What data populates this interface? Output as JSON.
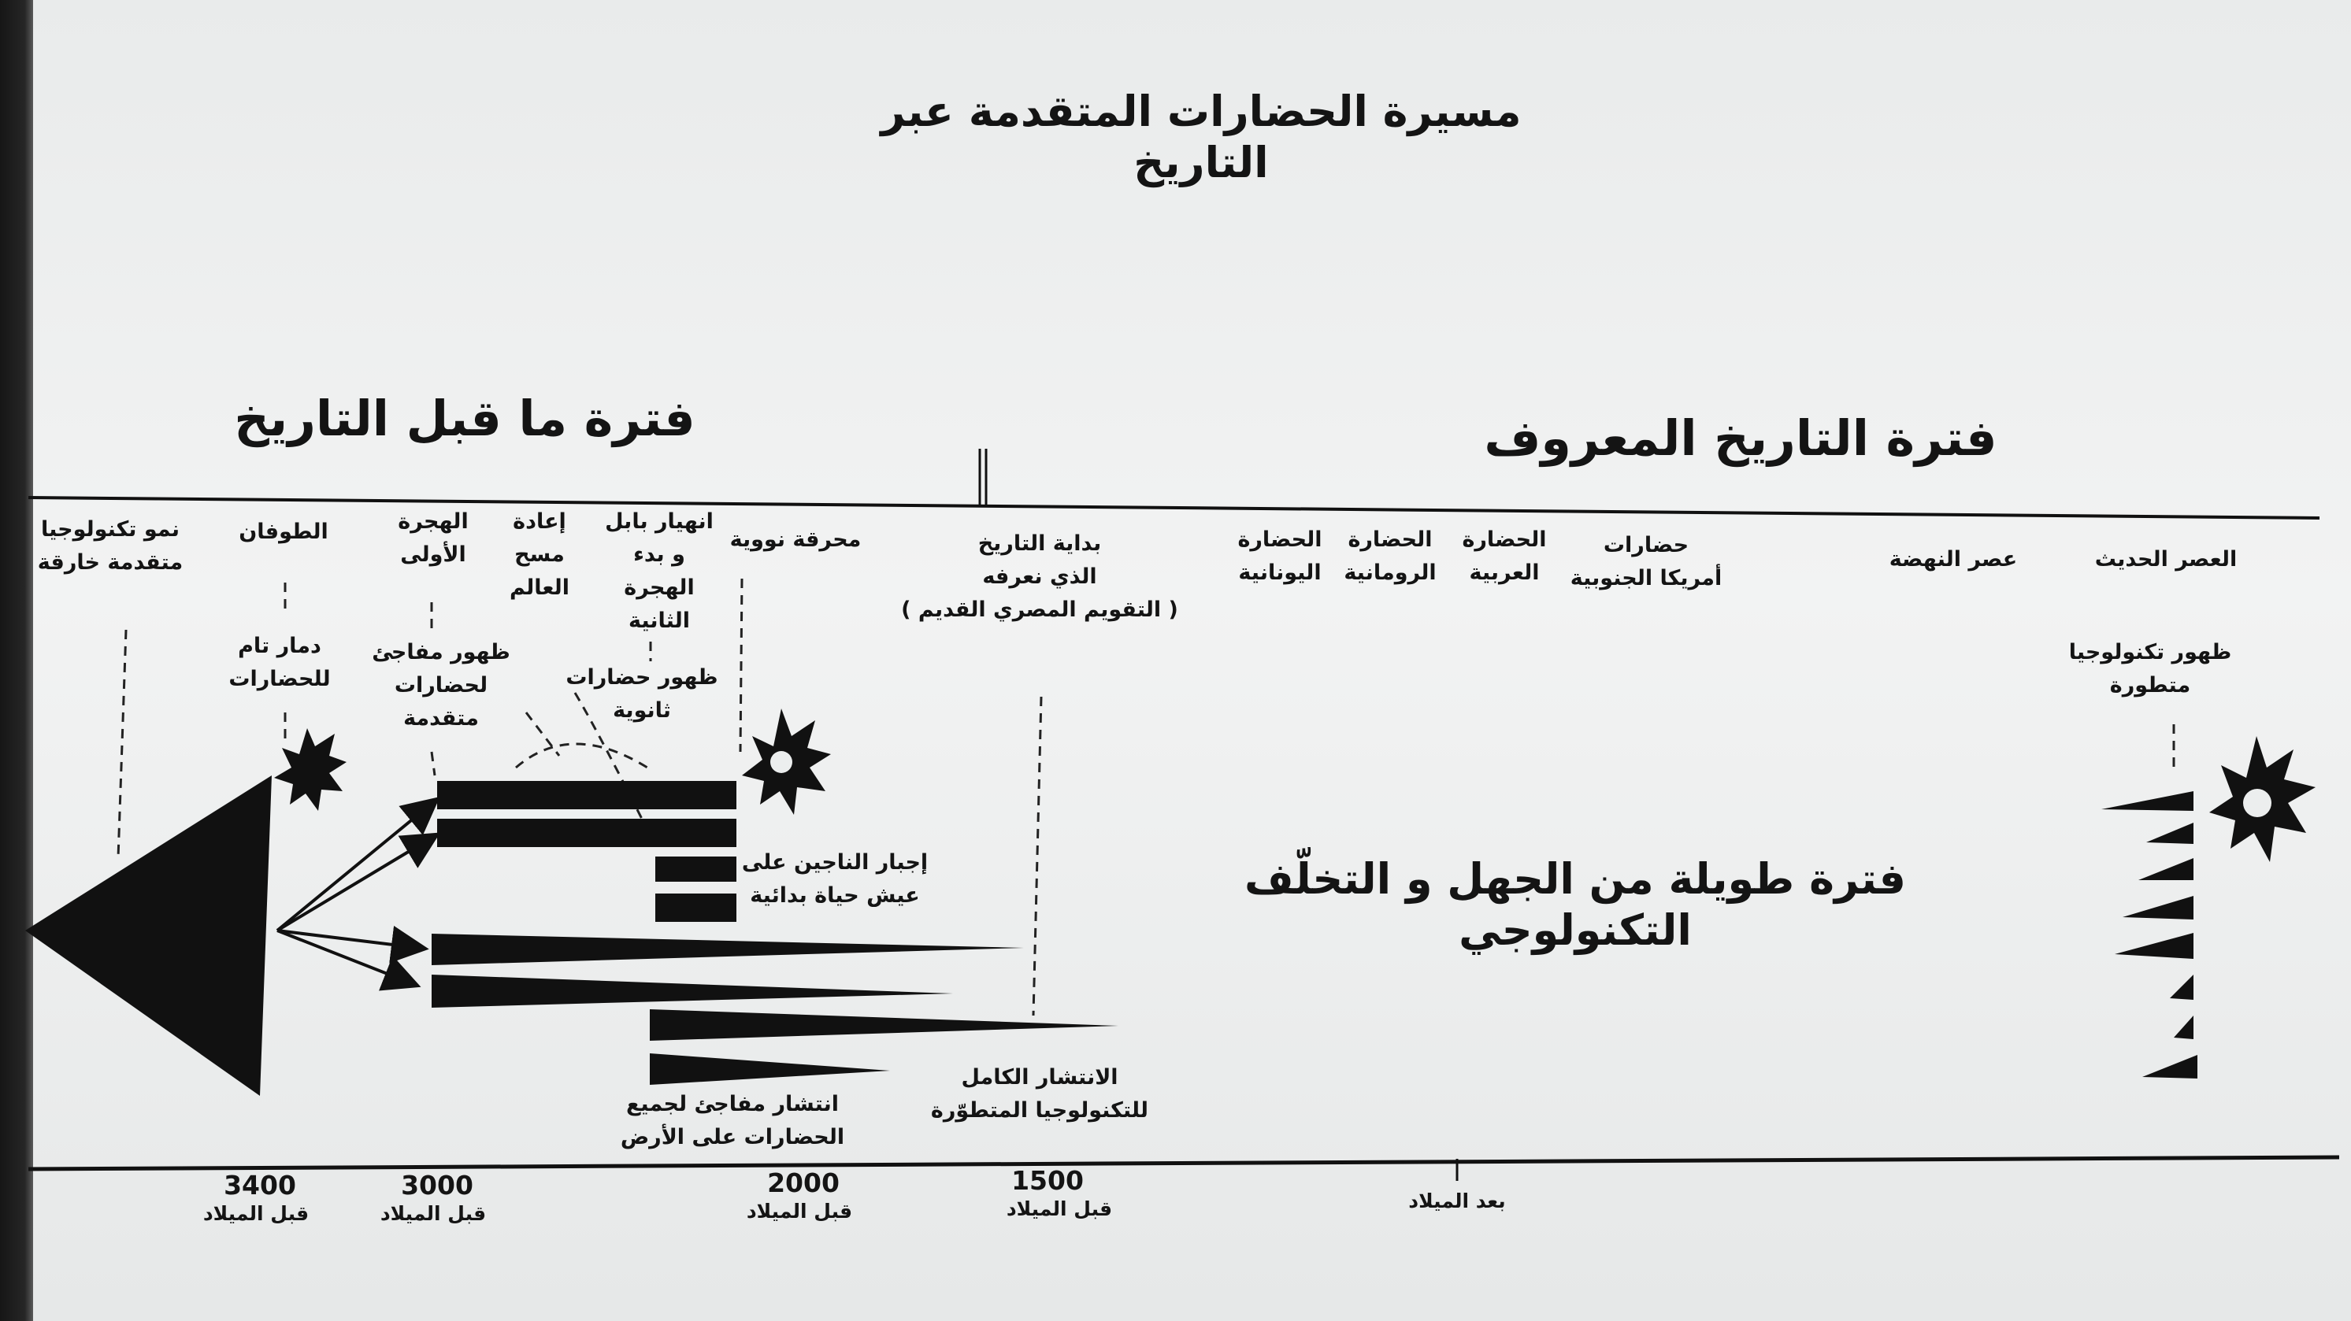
{
  "title": "مسيرة الحضارات المتقدمة عبر التاريخ",
  "periods": {
    "prehistory": "فترة ما قبل التاريخ",
    "known_history": "فترة التاريخ المعروف"
  },
  "events": {
    "advanced_tech": "نمو تكنولوجيا\nمتقدمة خارقة",
    "flood": "الطوفان",
    "first_migration": "الهجرة\nالأولى",
    "world_reset": "إعادة\nمسح\nالعالم",
    "babel": "انهيار بابل\nو بدء\nالهجرة الثانية",
    "nuclear_war": "محرقة نووية",
    "history_start": "بداية التاريخ\nالذي نعرفه\n( التقويم المصري القديم )",
    "greek": "الحضارة\nاليونانية",
    "roman": "الحضارة\nالرومانية",
    "arab": "الحضارة\nالعربية",
    "south_america": "حضارات\nأمريكا الجنوبية",
    "renaissance": "عصر النهضة",
    "modern": "العصر الحديث"
  },
  "notes": {
    "destruction": "دمار تام\nللحضارات",
    "sudden_civs": "ظهور مفاجئ\nلحضارات\nمتقدمة",
    "secondary_civs": "ظهور حضارات\nثانوية",
    "survivors": "إجبار الناجين على\nعيش حياة بدائية",
    "spread": "انتشار مفاجئ لجميع\nالحضارات على الأرض",
    "full_spread": "الانتشار الكامل\nللتكنولوجيا المتطوّرة",
    "ignorance": "فترة طويلة من الجهل و التخلّف التكنولوجي",
    "advanced_tech_emerge": "ظهور تكنولوجيا\nمتطورة"
  },
  "axis": {
    "ticks": [
      {
        "value": "3400",
        "sub": "قبل الميلاد"
      },
      {
        "value": "3000",
        "sub": "قبل الميلاد"
      },
      {
        "value": "2000",
        "sub": "قبل الميلاد"
      },
      {
        "value": "1500",
        "sub": "قبل الميلاد"
      },
      {
        "value": "",
        "sub": "بعد الميلاد"
      }
    ]
  },
  "colors": {
    "ink": "#111111",
    "background": "#eceeee"
  }
}
